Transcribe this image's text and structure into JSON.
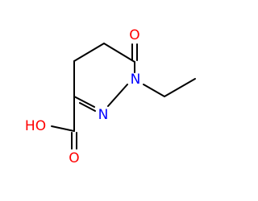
{
  "colors": {
    "background": "#ffffff",
    "carbon_bond": "#000000",
    "oxygen": "#ff0000",
    "nitrogen": "#0000ff"
  },
  "atoms": {
    "o_ketone": "O",
    "n1": "N",
    "n2": "N",
    "hydroxyl": "HO",
    "o_carbonyl": "O"
  }
}
